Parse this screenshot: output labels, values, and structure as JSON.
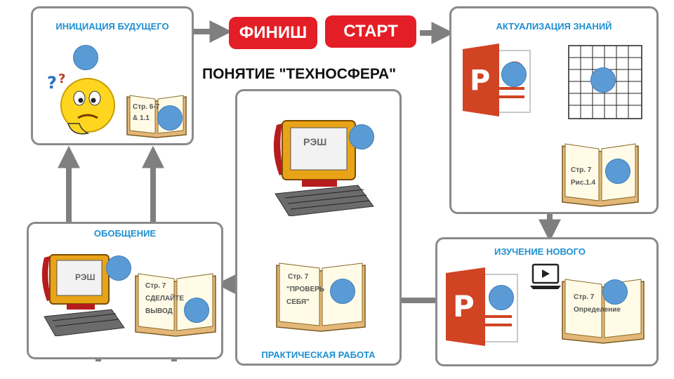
{
  "heading": "ПОНЯТИЕ \"ТЕХНОСФЕРА\"",
  "buttons": {
    "finish": "ФИНИШ",
    "start": "СТАРТ"
  },
  "boxes": {
    "initiation": {
      "title": "ИНИЦИАЦИЯ БУДУЩЕГО",
      "book_line1": "Стр. 6-7",
      "book_line2": "& 1.1"
    },
    "actualization": {
      "title": "АКТУАЛИЗАЦИЯ ЗНАНИЙ",
      "book_line1": "Стр. 7",
      "book_line2": "Рис.1.4"
    },
    "practice": {
      "title": "ПРАКТИЧЕСКАЯ РАБОТА",
      "pc_label": "РЭШ",
      "book_line1": "Стр. 7",
      "book_line2": "\"ПРОВЕРЬ",
      "book_line3": "СЕБЯ\""
    },
    "summary": {
      "title": "ОБОБЩЕНИЕ",
      "pc_label": "РЭШ",
      "book_line1": "Стр. 7",
      "book_line2": "СДЕЛАЙТЕ",
      "book_line3": "ВЫВОД"
    },
    "new_material": {
      "title": "ИЗУЧЕНИЕ НОВОГО",
      "book_line1": "Стр. 7",
      "book_line2": "Определение"
    }
  },
  "colors": {
    "accent_title": "#1f8fd0",
    "button_red": "#e41e26",
    "arrow": "#7f7f7f",
    "marker": "#5b9bd5",
    "border": "#8a8a8a"
  },
  "icons": [
    "smiley-thinking-icon",
    "book-icon",
    "powerpoint-icon",
    "grid-table-icon",
    "computer-icon",
    "video-lesson-icon"
  ]
}
